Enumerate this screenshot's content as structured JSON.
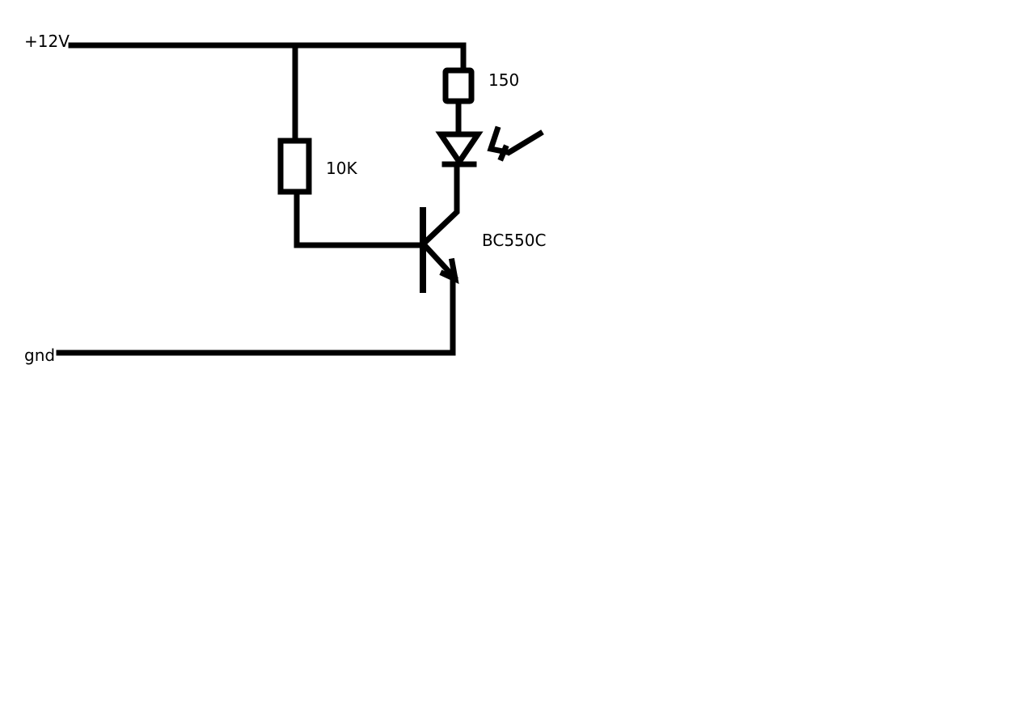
{
  "diagram": {
    "stroke_color": "#000000",
    "background_color": "#ffffff",
    "labels": {
      "supply": "+12V",
      "ground": "gnd",
      "base_resistor": "10K",
      "led_resistor": "150",
      "transistor": "BC550C"
    },
    "components": {
      "base_resistor_icon": "resistor-icon",
      "led_resistor_icon": "resistor-icon",
      "led_icon": "led-icon",
      "transistor_icon": "npn-transistor-icon"
    }
  }
}
